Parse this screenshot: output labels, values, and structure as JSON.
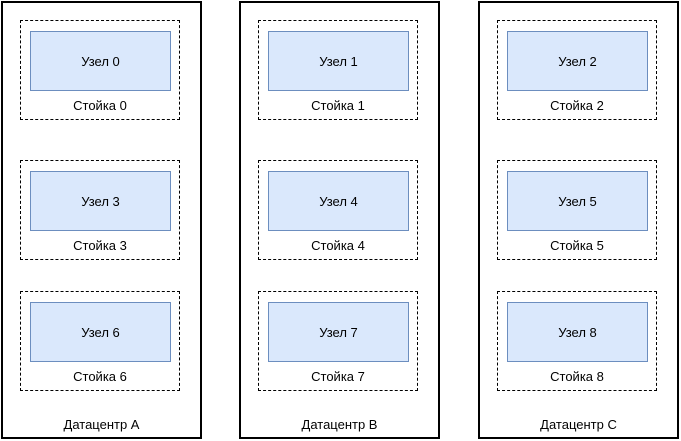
{
  "diagram": {
    "colors": {
      "node_fill": "#dae8fc",
      "node_border": "#6c8ebf",
      "container_border": "#000000",
      "background": "#ffffff",
      "text": "#000000"
    },
    "datacenters": [
      {
        "label": "Датацентр A",
        "racks": [
          {
            "label": "Стойка 0",
            "node": {
              "label": "Узел 0"
            }
          },
          {
            "label": "Стойка 3",
            "node": {
              "label": "Узел 3"
            }
          },
          {
            "label": "Стойка 6",
            "node": {
              "label": "Узел 6"
            }
          }
        ]
      },
      {
        "label": "Датацентр B",
        "racks": [
          {
            "label": "Стойка 1",
            "node": {
              "label": "Узел 1"
            }
          },
          {
            "label": "Стойка 4",
            "node": {
              "label": "Узел 4"
            }
          },
          {
            "label": "Стойка 7",
            "node": {
              "label": "Узел 7"
            }
          }
        ]
      },
      {
        "label": "Датацентр C",
        "racks": [
          {
            "label": "Стойка 2",
            "node": {
              "label": "Узел 2"
            }
          },
          {
            "label": "Стойка 5",
            "node": {
              "label": "Узел 5"
            }
          },
          {
            "label": "Стойка 8",
            "node": {
              "label": "Узел 8"
            }
          }
        ]
      }
    ]
  }
}
